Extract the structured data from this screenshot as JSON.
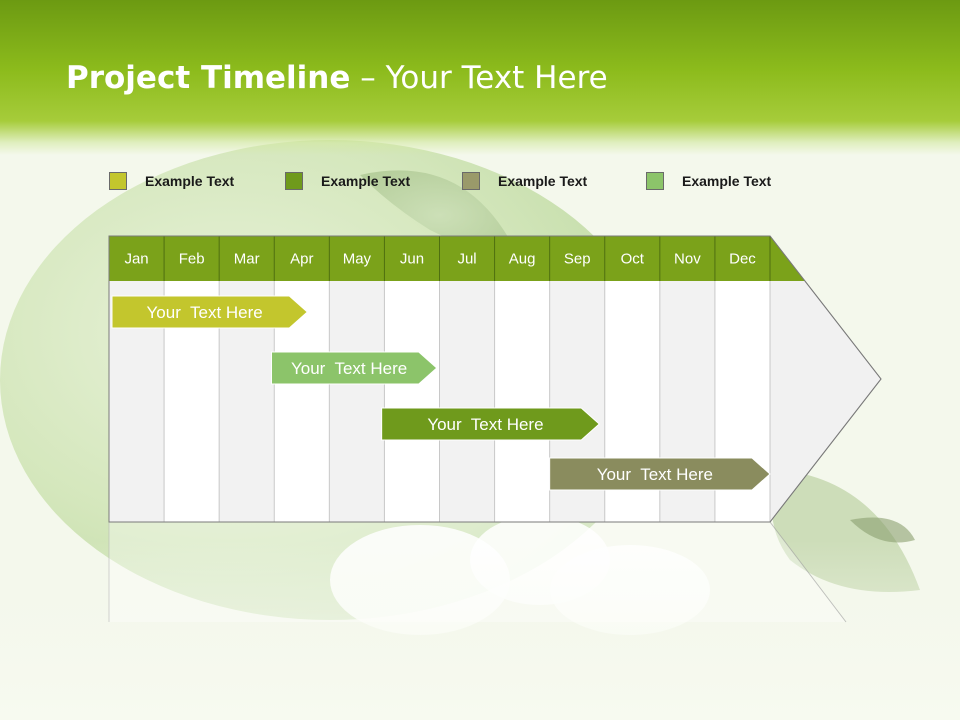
{
  "slide": {
    "title_bold": "Project Timeline",
    "title_rest": " – Your Text Here"
  },
  "legend": [
    {
      "label": "Example Text",
      "color": "#c3c62d"
    },
    {
      "label": "Example Text",
      "color": "#6f9a1c"
    },
    {
      "label": "Example Text",
      "color": "#9a9a6a"
    },
    {
      "label": "Example Text",
      "color": "#8cc46a"
    }
  ],
  "months": [
    "Jan",
    "Feb",
    "Mar",
    "Apr",
    "May",
    "Jun",
    "Jul",
    "Aug",
    "Sep",
    "Oct",
    "Nov",
    "Dec"
  ],
  "colors": {
    "header_band": "#7ba21a",
    "arrow_body": "#f1f1f1",
    "column_light": "#ffffff",
    "column_shade": "#f2f2f2"
  },
  "tasks": [
    {
      "label": "Your  Text Here",
      "start_month": 0.0,
      "end_month": 3.6,
      "color": "#c3c62d"
    },
    {
      "label": "Your  Text Here",
      "start_month": 2.95,
      "end_month": 5.95,
      "color": "#8cc46a"
    },
    {
      "label": "Your  Text Here",
      "start_month": 4.95,
      "end_month": 8.9,
      "color": "#6f9a1c"
    },
    {
      "label": "Your  Text Here",
      "start_month": 8.0,
      "end_month": 12.0,
      "color": "#8a8c5e"
    }
  ]
}
